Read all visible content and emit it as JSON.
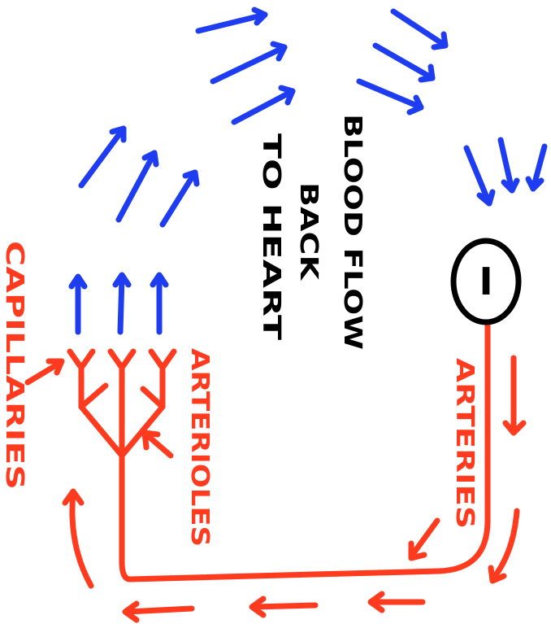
{
  "labels": {
    "blood_flow_line1": "BLOOD FLOW",
    "blood_flow_line2": "BACK",
    "blood_flow_line3": "TO HEART",
    "heart_marker": "I",
    "arteries": "ARTERIES",
    "arterioles": "ARTERIOLES",
    "capillaries": "CAPILLARIES"
  },
  "colors": {
    "venous_return": "#1f3df0",
    "arterial": "#ff3b1f",
    "text": "#000000"
  }
}
